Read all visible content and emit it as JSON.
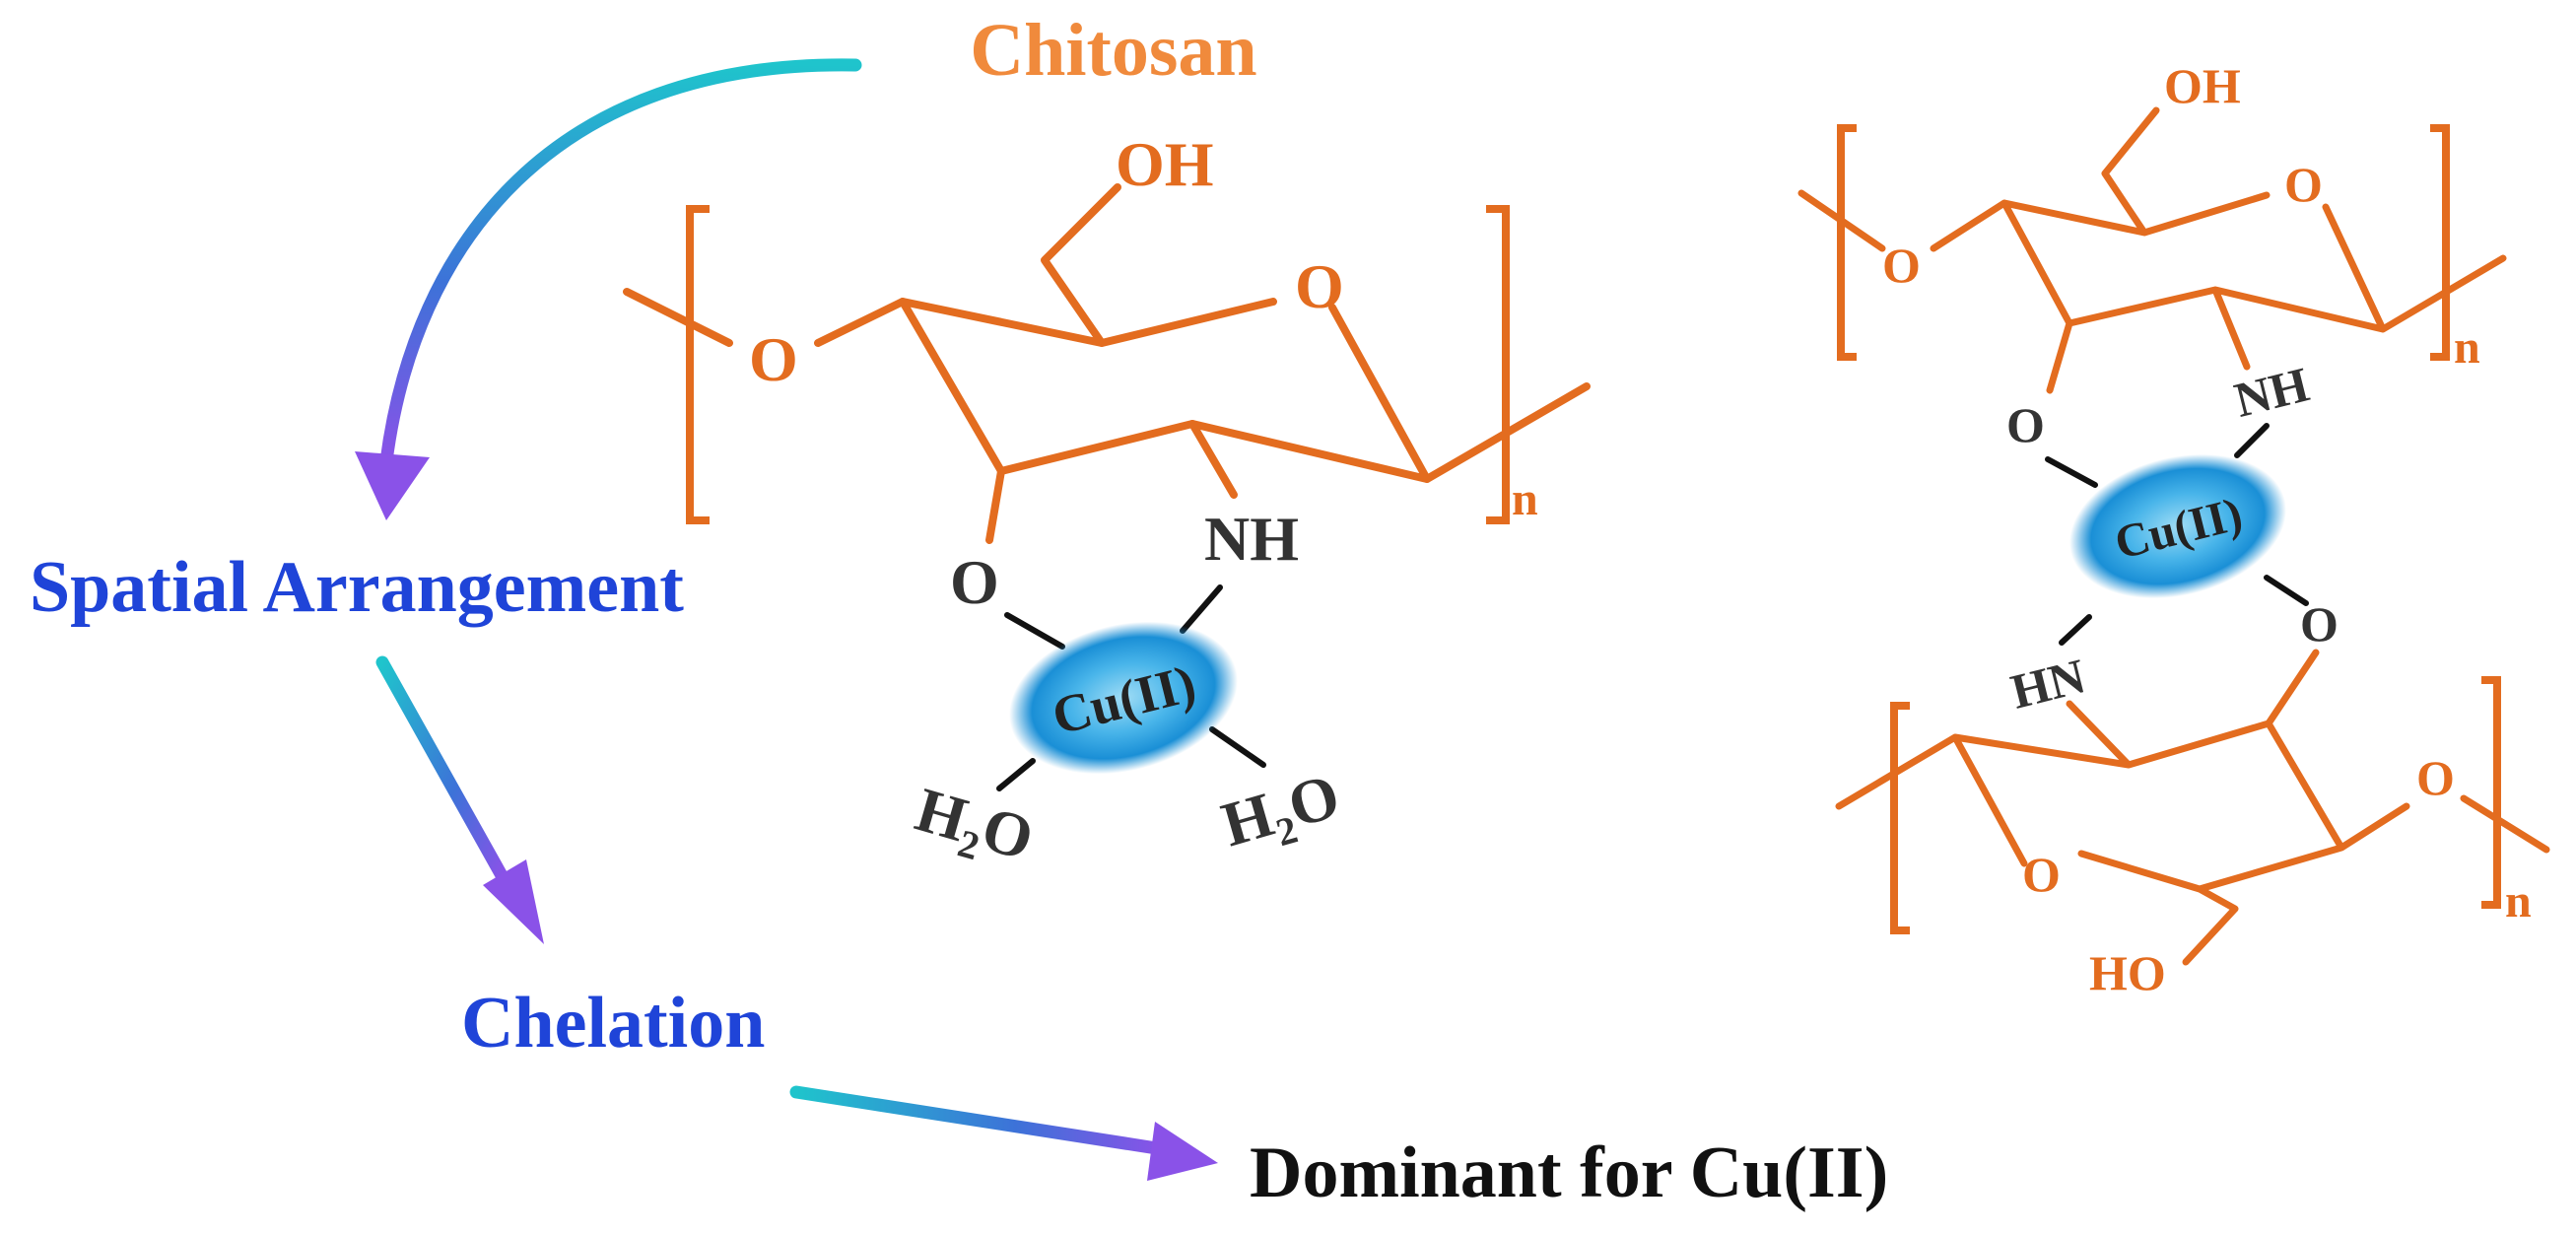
{
  "colors": {
    "chitosan_orange": "#e36c1f",
    "label_blue": "#1f44d8",
    "result_black": "#111111",
    "arrow_start_cyan": "#1fc4cc",
    "arrow_end_purple": "#8a52e8",
    "ion_blue": "#1a9ad8",
    "ligand_text": "#333333"
  },
  "labels": {
    "chitosan": "Chitosan",
    "spatial_arrangement": "Spatial Arrangement",
    "chelation": "Chelation",
    "dominant": "Dominant for Cu(II)"
  },
  "left_structure": {
    "oh": "OH",
    "ring_o": "O",
    "glyco_o": "O",
    "repeat_n": "n",
    "amine_o": "O",
    "amine_nh": "NH",
    "metal": "Cu(II)",
    "water_h": "H",
    "water_sub": "2",
    "water_o": "O"
  },
  "right_structure": {
    "top_oh": "OH",
    "top_ring_o": "O",
    "top_glyco_o": "O",
    "top_repeat_n": "n",
    "top_o": "O",
    "top_nh": "NH",
    "metal": "Cu(II)",
    "bottom_hn": "HN",
    "bottom_o": "O",
    "bottom_ring_o": "O",
    "bottom_glyco_o": "O",
    "bottom_ho": "HO",
    "bottom_repeat_n": "n"
  }
}
